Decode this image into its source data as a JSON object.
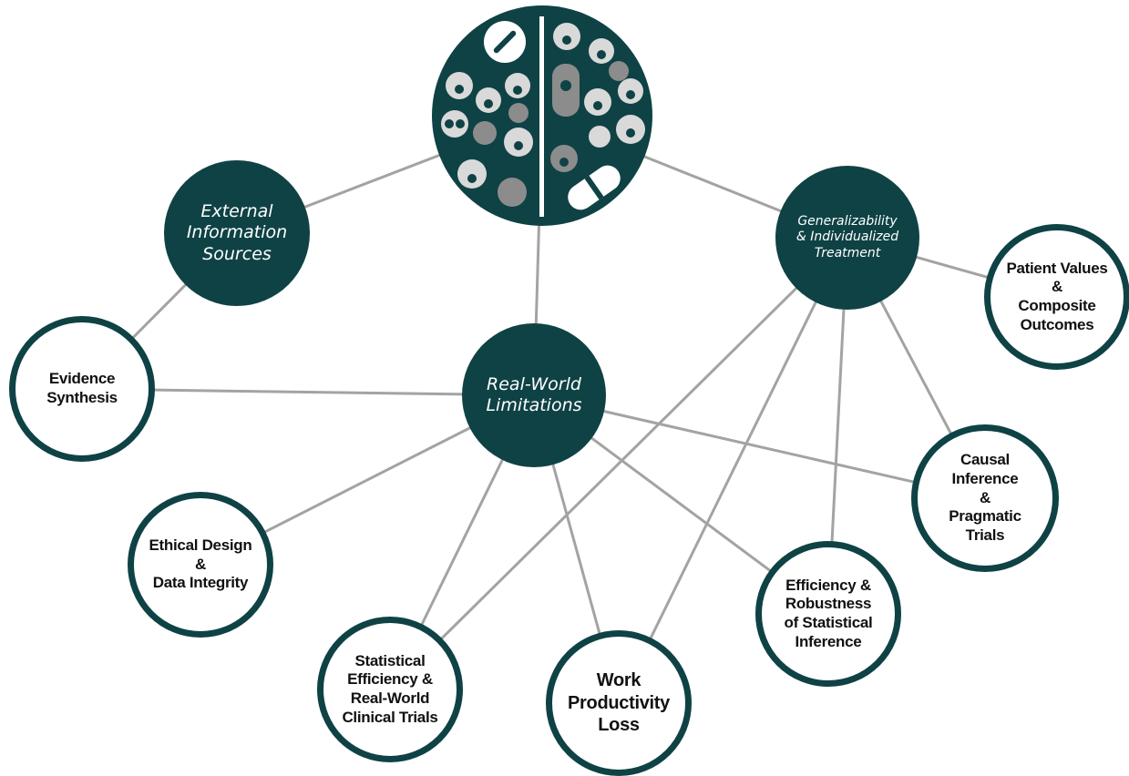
{
  "colors": {
    "node_dark": "#0f4245",
    "node_border": "#0f4245",
    "edge": "#a3a3a3",
    "hub_face_light": "#d9d9d9",
    "hub_face_mid": "#8c8c8c"
  },
  "hub": {
    "icon": "diverse-patients-and-pills-icon"
  },
  "nodes": {
    "external": {
      "label": "External\nInformation\nSources"
    },
    "general": {
      "label": "Generalizability\n& Individualized\nTreatment"
    },
    "realworld": {
      "label": "Real-World\nLimitations"
    },
    "evidence": {
      "label": "Evidence\nSynthesis"
    },
    "patient": {
      "label": "Patient Values\n&\nComposite\nOutcomes"
    },
    "causal": {
      "label": "Causal\nInference\n&\nPragmatic\nTrials"
    },
    "ethical": {
      "label": "Ethical Design\n&\nData Integrity"
    },
    "efficiency": {
      "label": "Efficiency &\nRobustness\nof Statistical\nInference"
    },
    "statistical": {
      "label": "Statistical\nEfficiency &\nReal-World\nClinical Trials"
    },
    "work": {
      "label": "Work\nProductivity\nLoss"
    }
  }
}
